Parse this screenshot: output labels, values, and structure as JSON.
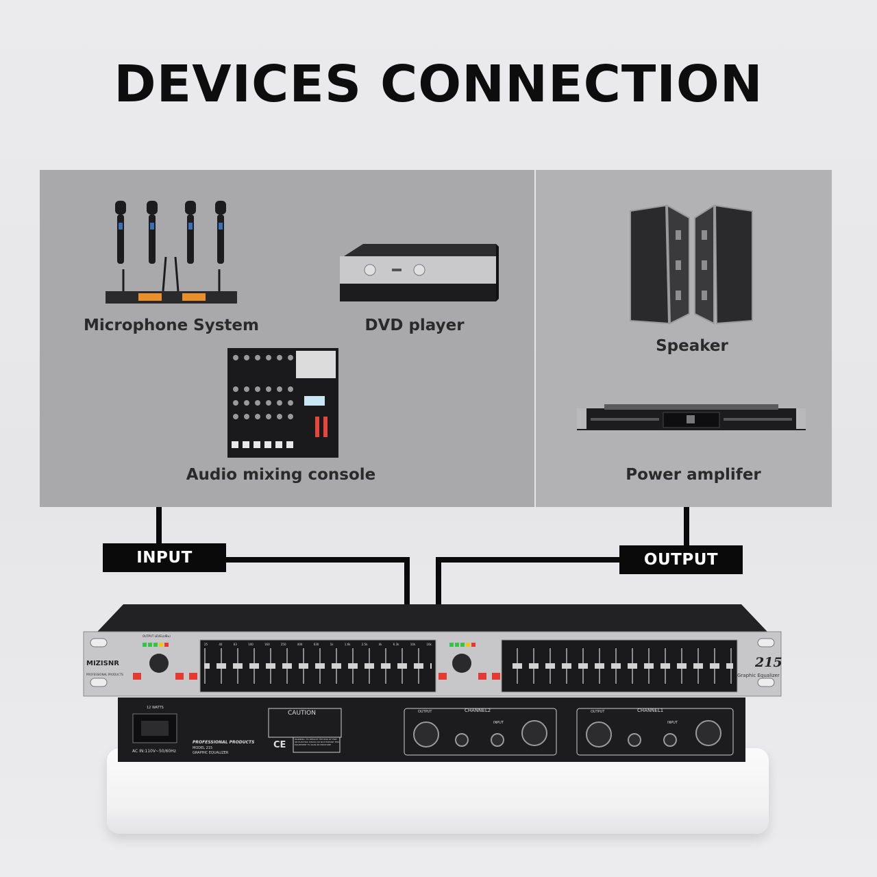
{
  "title": "DEVICES CONNECTION",
  "inputs": {
    "microphone": "Microphone System",
    "dvd": "DVD player",
    "mixer": "Audio mixing  console"
  },
  "outputs": {
    "speaker": "Speaker",
    "amplifier": "Power amplifer"
  },
  "connectors": {
    "input_label": "INPUT",
    "output_label": "OUTPUT"
  },
  "equalizer": {
    "brand": "MIZISNR",
    "brand_sub": "PROFESSIONAL PRODUCTS",
    "model": "215",
    "model_sub": "Graphic Equalizer",
    "level_label": "OUTPUT LEVEL(dBu)",
    "freq_bands": [
      "25",
      "40",
      "63",
      "100",
      "160",
      "250",
      "400",
      "630",
      "1k",
      "1.6k",
      "2.5k",
      "4k",
      "6.3k",
      "10k",
      "16k"
    ],
    "rear": {
      "watts": "12 WATTS",
      "ac": "AC IN:110V~50/60Hz",
      "pro": "PROFESSIONAL PRODUCTS",
      "model_line": "MODEL 215",
      "model_type": "GRAPHIC EQUALIZER",
      "caution": "CAUTION",
      "warning": "WARNING: TO REDUCE THE RISK OF FIRE OR ELECTRIC SHOCK DO NOT EXPOSE THIS EQUIPMENT TO RAIN OR MOISTURE",
      "channel2": "CHANNEL2",
      "channel1": "CHANNEL1",
      "output": "OUTPUT",
      "input": "INPUT",
      "ce": "CE"
    }
  },
  "colors": {
    "background": "#e8e8ea",
    "panel_inputs": "#a9a9ab",
    "panel_outputs": "#b2b2b4",
    "connector": "#0a0a0a",
    "tag_text": "#ffffff"
  }
}
